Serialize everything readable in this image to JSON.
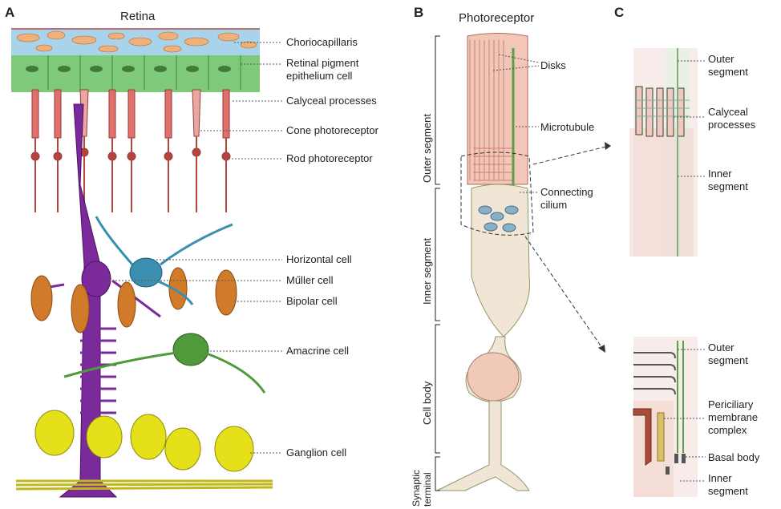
{
  "panels": {
    "a": {
      "letter": "A",
      "title": "Retina",
      "labels": {
        "choriocapillaris": "Choriocapillaris",
        "rpe_line1": "Retinal pigment",
        "rpe_line2": "epithelium cell",
        "calyceal": "Calyceal processes",
        "cone": "Cone photoreceptor",
        "rod": "Rod photoreceptor",
        "horizontal": "Horizontal cell",
        "muller": "Műller cell",
        "bipolar": "Bipolar cell",
        "amacrine": "Amacrine cell",
        "ganglion": "Ganglion cell"
      }
    },
    "b": {
      "letter": "B",
      "title": "Photoreceptor",
      "labels": {
        "disks": "Disks",
        "microtubule": "Microtubule",
        "connecting_line1": "Connecting",
        "connecting_line2": "cilium"
      },
      "segments": {
        "outer": "Outer segment",
        "inner": "Inner segment",
        "body": "Cell body",
        "synaptic_line1": "Synaptic",
        "synaptic_line2": "terminal"
      }
    },
    "c": {
      "letter": "C",
      "top_labels": {
        "outer_line1": "Outer",
        "outer_line2": "segment",
        "calyceal_line1": "Calyceal",
        "calyceal_line2": "processes",
        "inner_line1": "Inner",
        "inner_line2": "segment"
      },
      "bottom_labels": {
        "outer_line1": "Outer",
        "outer_line2": "segment",
        "periciliary_line1": "Periciliary",
        "periciliary_line2": "membrane",
        "periciliary_line3": "complex",
        "basal": "Basal body",
        "inner_line1": "Inner",
        "inner_line2": "segment"
      }
    }
  },
  "colors": {
    "choroid": "#a9d3ea",
    "rpe": "#7fc97a",
    "photoreceptor": "#e0706a",
    "muller": "#7a2a9a",
    "horizontal": "#3a8fb0",
    "bipolar": "#d07a2a",
    "amacrine": "#4f9a3a",
    "ganglion": "#e6e01a",
    "membrane": "#f3d7c6"
  }
}
